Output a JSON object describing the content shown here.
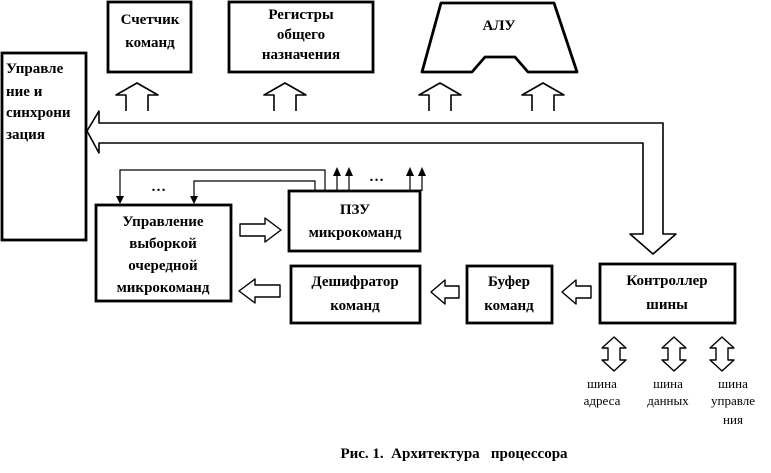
{
  "blocks": {
    "counter": [
      "Счетчик",
      "команд"
    ],
    "registers": [
      "Регистры",
      "общего",
      "назначения"
    ],
    "alu": [
      "АЛУ"
    ],
    "control": [
      "Управле",
      "ние и",
      "синхрони",
      "зация"
    ],
    "fetch": [
      "Управление",
      "выборкой",
      "очередной",
      "микрокоманд"
    ],
    "rom": [
      "ПЗУ",
      "микрокоманд"
    ],
    "decoder": [
      "Дешифратор",
      "команд"
    ],
    "buffer": [
      "Буфер",
      "команд"
    ],
    "bus_ctrl": [
      "Контроллер",
      "шины"
    ]
  },
  "ellipsis": "…",
  "buses": {
    "address": [
      "шина",
      "адреса"
    ],
    "data": [
      "шина",
      "данных"
    ],
    "control": [
      "шина",
      "управле",
      "ния"
    ]
  },
  "caption": "Рис. 1.  Архитектура   процессора"
}
